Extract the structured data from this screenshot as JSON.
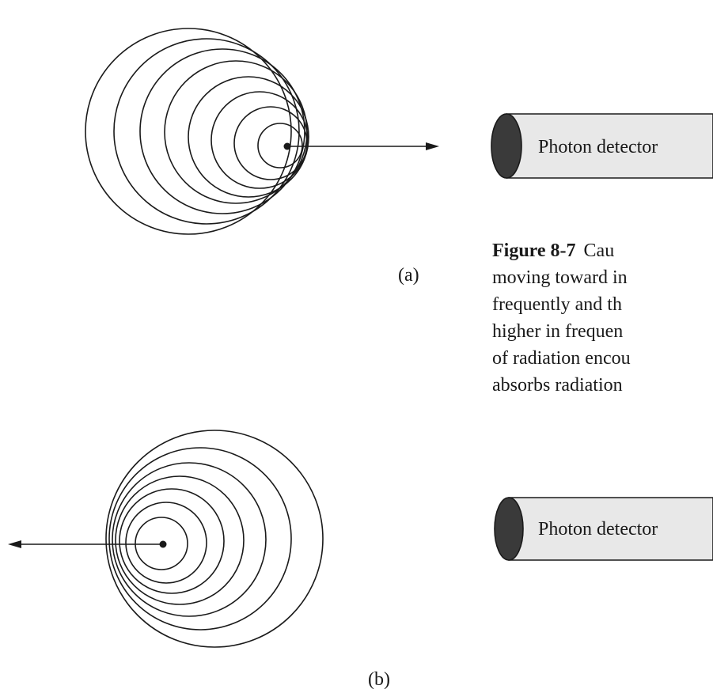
{
  "diagram_a": {
    "panel_label": "(a)",
    "detector_label": "Photon detector"
  },
  "diagram_b": {
    "panel_label": "(b)",
    "detector_label": "Photon detector"
  },
  "caption": {
    "figure_label": "Figure 8-7",
    "line1_rest": "Cau",
    "line2": "moving toward in",
    "line3": "frequently and th",
    "line4": "higher in frequen",
    "line5": "of radiation encou",
    "line6": "absorbs radiation"
  },
  "colors": {
    "ink": "#1a1a1a",
    "detector_body": "#e8e8e8",
    "detector_opening": "#3a3a3a"
  }
}
